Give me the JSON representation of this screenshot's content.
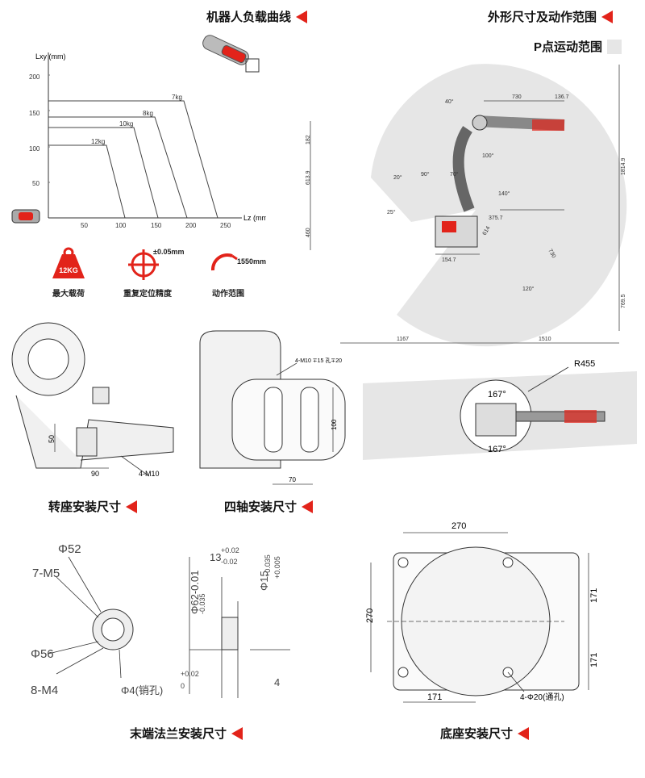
{
  "titles": {
    "load_curve": "机器人负载曲线",
    "range": "外形尺寸及动作范围",
    "p_point": "P点运动范围",
    "turret": "转座安装尺寸",
    "axis4": "四轴安装尺寸",
    "flange": "末端法兰安装尺寸",
    "base": "底座安装尺寸"
  },
  "specs": {
    "payload_value": "12KG",
    "payload_label": "最大载荷",
    "accuracy_value": "±0.05mm",
    "accuracy_label": "重复定位精度",
    "range_value": "1550mm",
    "range_label": "动作范围"
  },
  "load_chart": {
    "ylabel": "Lxy (mm)",
    "xlabel": "Lz (mm)",
    "yticks": [
      "50",
      "100",
      "150",
      "200"
    ],
    "xticks": [
      "50",
      "100",
      "150",
      "200",
      "250"
    ],
    "curves": [
      "7kg",
      "8kg",
      "10kg",
      "12kg"
    ]
  },
  "range_dims": {
    "d730": "730",
    "d136": "136.7",
    "d182": "182",
    "d613": "613.9",
    "d460": "460",
    "d1814": "1814.9",
    "d769": "769.5",
    "d375": "375.7",
    "d154": "154.7",
    "d614": "614",
    "d730b": "730",
    "d1167": "1167",
    "d1510": "1510",
    "a40": "40°",
    "a20": "20°",
    "a90": "90°",
    "a70": "70°",
    "a100": "100°",
    "a140": "140°",
    "a25": "25°",
    "a120": "120°",
    "r455": "R455",
    "a167a": "167°",
    "a167b": "167°"
  },
  "turret_dims": {
    "d50": "50",
    "d90": "90",
    "holes": "4-M10"
  },
  "axis4_dims": {
    "holes": "4-M10 ∓15 孔∓20",
    "d100": "100",
    "d70": "70"
  },
  "flange_dims": {
    "phi52": "Φ52",
    "m5": "7-M5",
    "phi56": "Φ56",
    "m4": "8-M4",
    "phi4": "Φ4(销孔)",
    "phi4_tol": "+0.02",
    "phi4_tol2": "0",
    "phi62": "Φ62-0.01",
    "phi62_tol": "-0.035",
    "d13": "13",
    "d13_tol": "+0.02",
    "d13_tol2": "-0.02",
    "phi15": "Φ15",
    "phi15_tol": "+0.035",
    "phi15_tol2": "+0.005",
    "d4": "4"
  },
  "base_dims": {
    "d270a": "270",
    "d270b": "270",
    "d171a": "171",
    "d171b": "171",
    "d171c": "171",
    "holes": "4-Φ20(通孔)"
  },
  "colors": {
    "accent": "#e2231a",
    "range_fill": "#e6e6e6"
  }
}
